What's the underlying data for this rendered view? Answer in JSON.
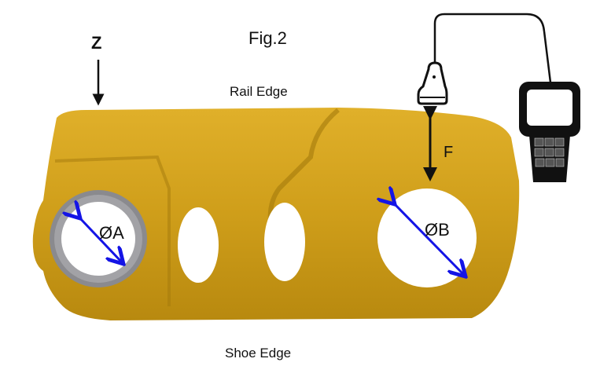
{
  "figure": {
    "title": "Fig.2",
    "rail_edge": "Rail Edge",
    "shoe_edge": "Shoe Edge",
    "z_label": "Z",
    "f_label": "F",
    "hole_a_label": "ØA",
    "hole_b_label": "ØB"
  },
  "colors": {
    "body": "#d4a31c",
    "arrow_blue": "#1414e6",
    "ring": "#8a8a8e"
  }
}
